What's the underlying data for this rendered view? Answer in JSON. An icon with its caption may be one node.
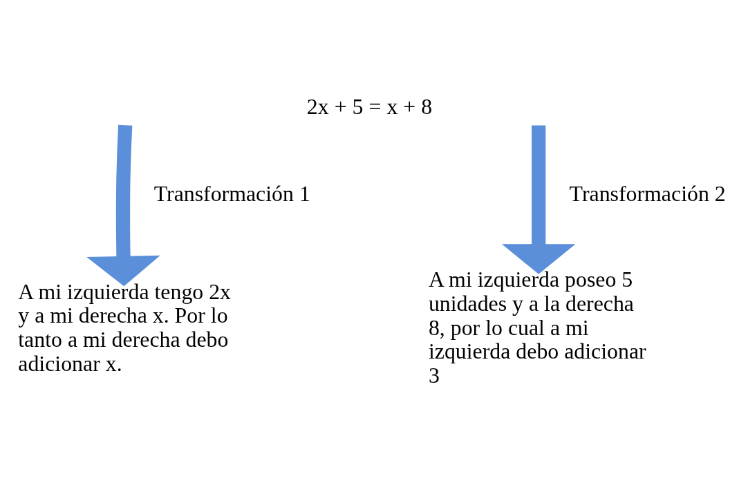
{
  "diagram": {
    "title": "2x + 5 = x + 8",
    "nodes": [
      {
        "text": [
          "A mi izquierda tengo 2x y a mi derecha x. Por lo tanto a mi derecha debo adicionar x."
        ]
      },
      {
        "text": [
          "A mi izquierda poseo 5 unidades y a la derecha 8, por lo cual a mi izquierda debo adicionar 3"
        ]
      }
    ],
    "edges": [
      {
        "from": null,
        "to": 0,
        "arrow": "to",
        "label": "Transformación 1"
      },
      {
        "from": null,
        "to": 1,
        "arrow": "to",
        "label": "Transformación 2"
      }
    ]
  }
}
